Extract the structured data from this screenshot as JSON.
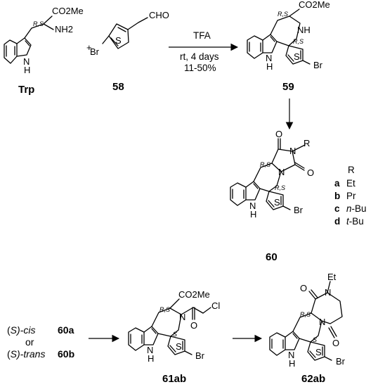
{
  "atoms": {
    "co2me": "CO2Me",
    "nh2": "NH2",
    "nh": "NH",
    "h": "H",
    "br": "Br",
    "s": "S",
    "cho": "CHO",
    "o": "O",
    "n": "N",
    "r": "R",
    "cl": "Cl",
    "et": "Et"
  },
  "stereo": {
    "rs": "R,S",
    "s": "S"
  },
  "reagent": {
    "plus": "+",
    "above": "TFA",
    "below_line1": "rt, 4 days",
    "below_line2": "11-50%"
  },
  "compounds": {
    "trp": "Trp",
    "c58": "58",
    "c59": "59",
    "c60": "60",
    "c61": "61ab",
    "c62": "62ab"
  },
  "r_table": {
    "header": "R",
    "rows": [
      {
        "key": "a",
        "value": "Et"
      },
      {
        "key": "b",
        "value": "Pr"
      },
      {
        "key": "c",
        "prefix": "n",
        "value": "-Bu"
      },
      {
        "key": "d",
        "prefix": "t",
        "value": "-Bu"
      }
    ]
  },
  "starting": {
    "prefix_open": "(",
    "s_letter": "S",
    "cis_close": ")-cis",
    "trans_close": ")-trans",
    "or": "or",
    "cis_id": "60a",
    "trans_id": "60b"
  }
}
